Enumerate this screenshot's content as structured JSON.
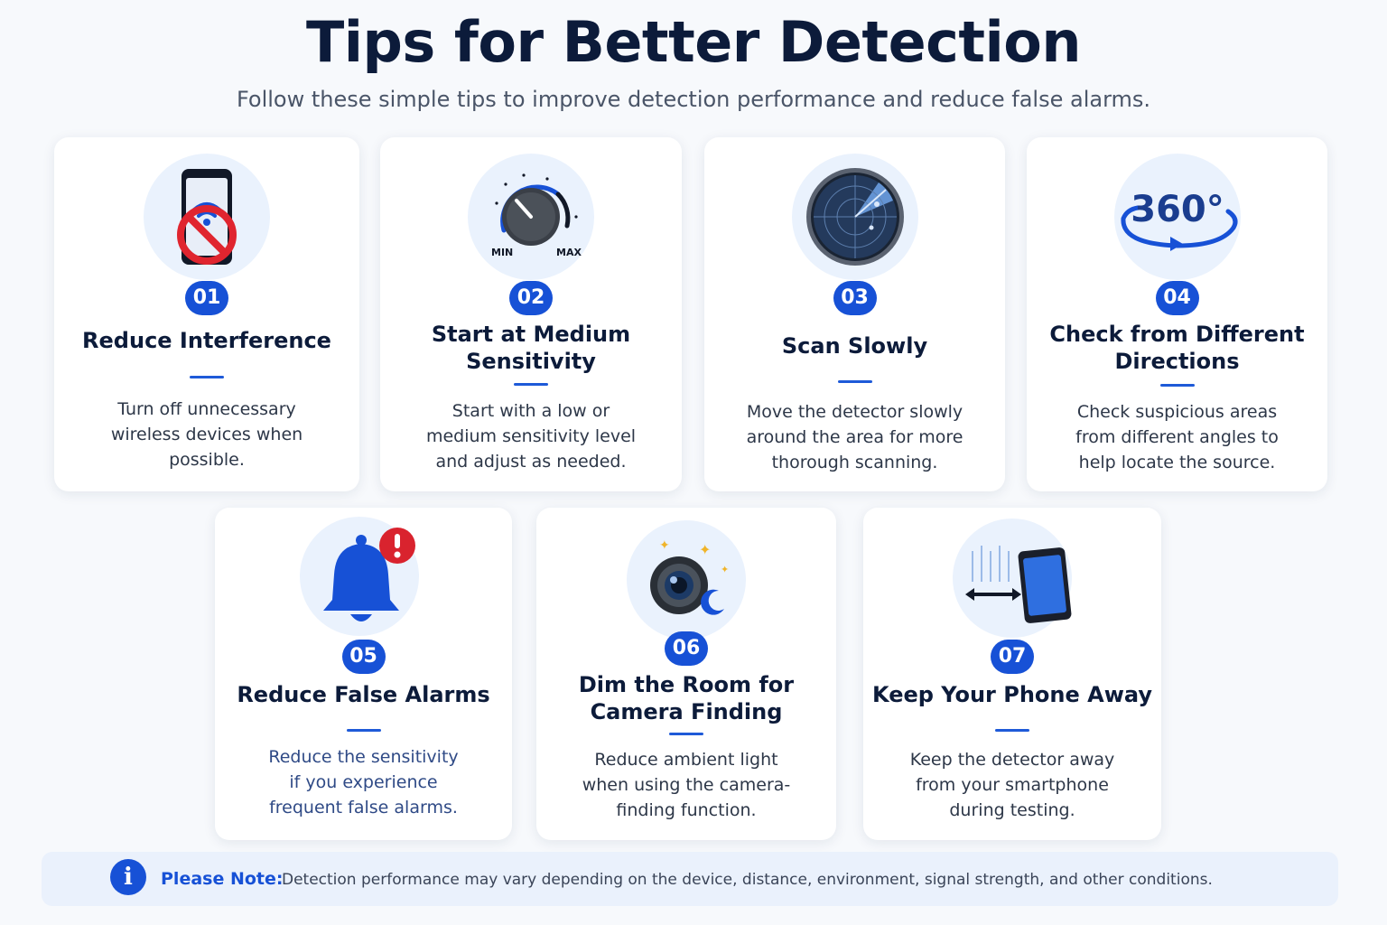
{
  "header": {
    "title": "Tips for Better Detection",
    "subtitle": "Follow these simple tips to improve detection performance and reduce false alarms."
  },
  "tips": [
    {
      "number": "01",
      "title": "Reduce Interference",
      "description": "Turn off unnecessary wireless devices when possible.",
      "icon": "no-wireless-phone-icon"
    },
    {
      "number": "02",
      "title": "Start at Medium Sensitivity",
      "description": "Start with a low or medium sensitivity level and adjust as needed.",
      "icon": "sensitivity-dial-icon",
      "dial_min": "MIN",
      "dial_max": "MAX"
    },
    {
      "number": "03",
      "title": "Scan Slowly",
      "description": "Move the detector slowly around the area for more thorough scanning.",
      "icon": "radar-icon"
    },
    {
      "number": "04",
      "title": "Check from Different Directions",
      "description": "Check suspicious areas from different angles to help locate the source.",
      "icon": "rotate-360-icon",
      "icon_text": "360°"
    },
    {
      "number": "05",
      "title": "Reduce False Alarms",
      "description": "Reduce the sensitivity if you experience frequent false alarms.",
      "icon": "bell-alert-icon"
    },
    {
      "number": "06",
      "title": "Dim the Room for Camera Finding",
      "description": "Reduce ambient light when using the camera-finding function.",
      "icon": "camera-night-icon"
    },
    {
      "number": "07",
      "title": "Keep Your Phone Away",
      "description": "Keep the detector away from your smartphone during testing.",
      "icon": "phone-distance-icon"
    }
  ],
  "note": {
    "label": "Please Note:",
    "text": "Detection performance may vary depending on the device, distance, environment, signal strength, and other conditions.",
    "icon": "info-icon",
    "icon_glyph": "i"
  },
  "colors": {
    "accent": "#1751d6",
    "title": "#0c1b3a",
    "alert": "#e0252f",
    "icon_bg": "#eaf2fd"
  }
}
